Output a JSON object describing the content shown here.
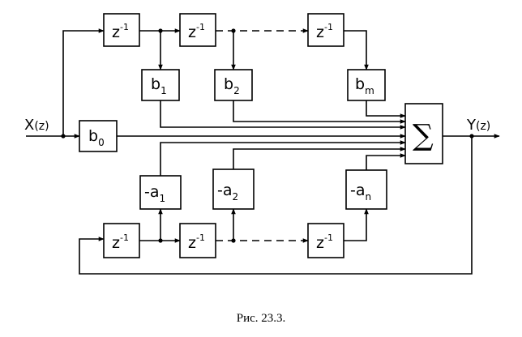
{
  "input_label": {
    "base": "X",
    "arg": "(z)"
  },
  "output_label": {
    "base": "Y",
    "arg": "(z)"
  },
  "delay": {
    "base": "z",
    "exp": "-1"
  },
  "b_coeffs": [
    {
      "base": "b",
      "sub": "1"
    },
    {
      "base": "b",
      "sub": "2"
    },
    {
      "base": "b",
      "sub": "m"
    }
  ],
  "b0": {
    "base": "b",
    "sub": "0"
  },
  "a_coeffs": [
    {
      "base": "-a",
      "sub": "1"
    },
    {
      "base": "-a",
      "sub": "2"
    },
    {
      "base": "-a",
      "sub": "n"
    }
  ],
  "summer_symbol": "∑",
  "caption": "Рис. 23.3."
}
